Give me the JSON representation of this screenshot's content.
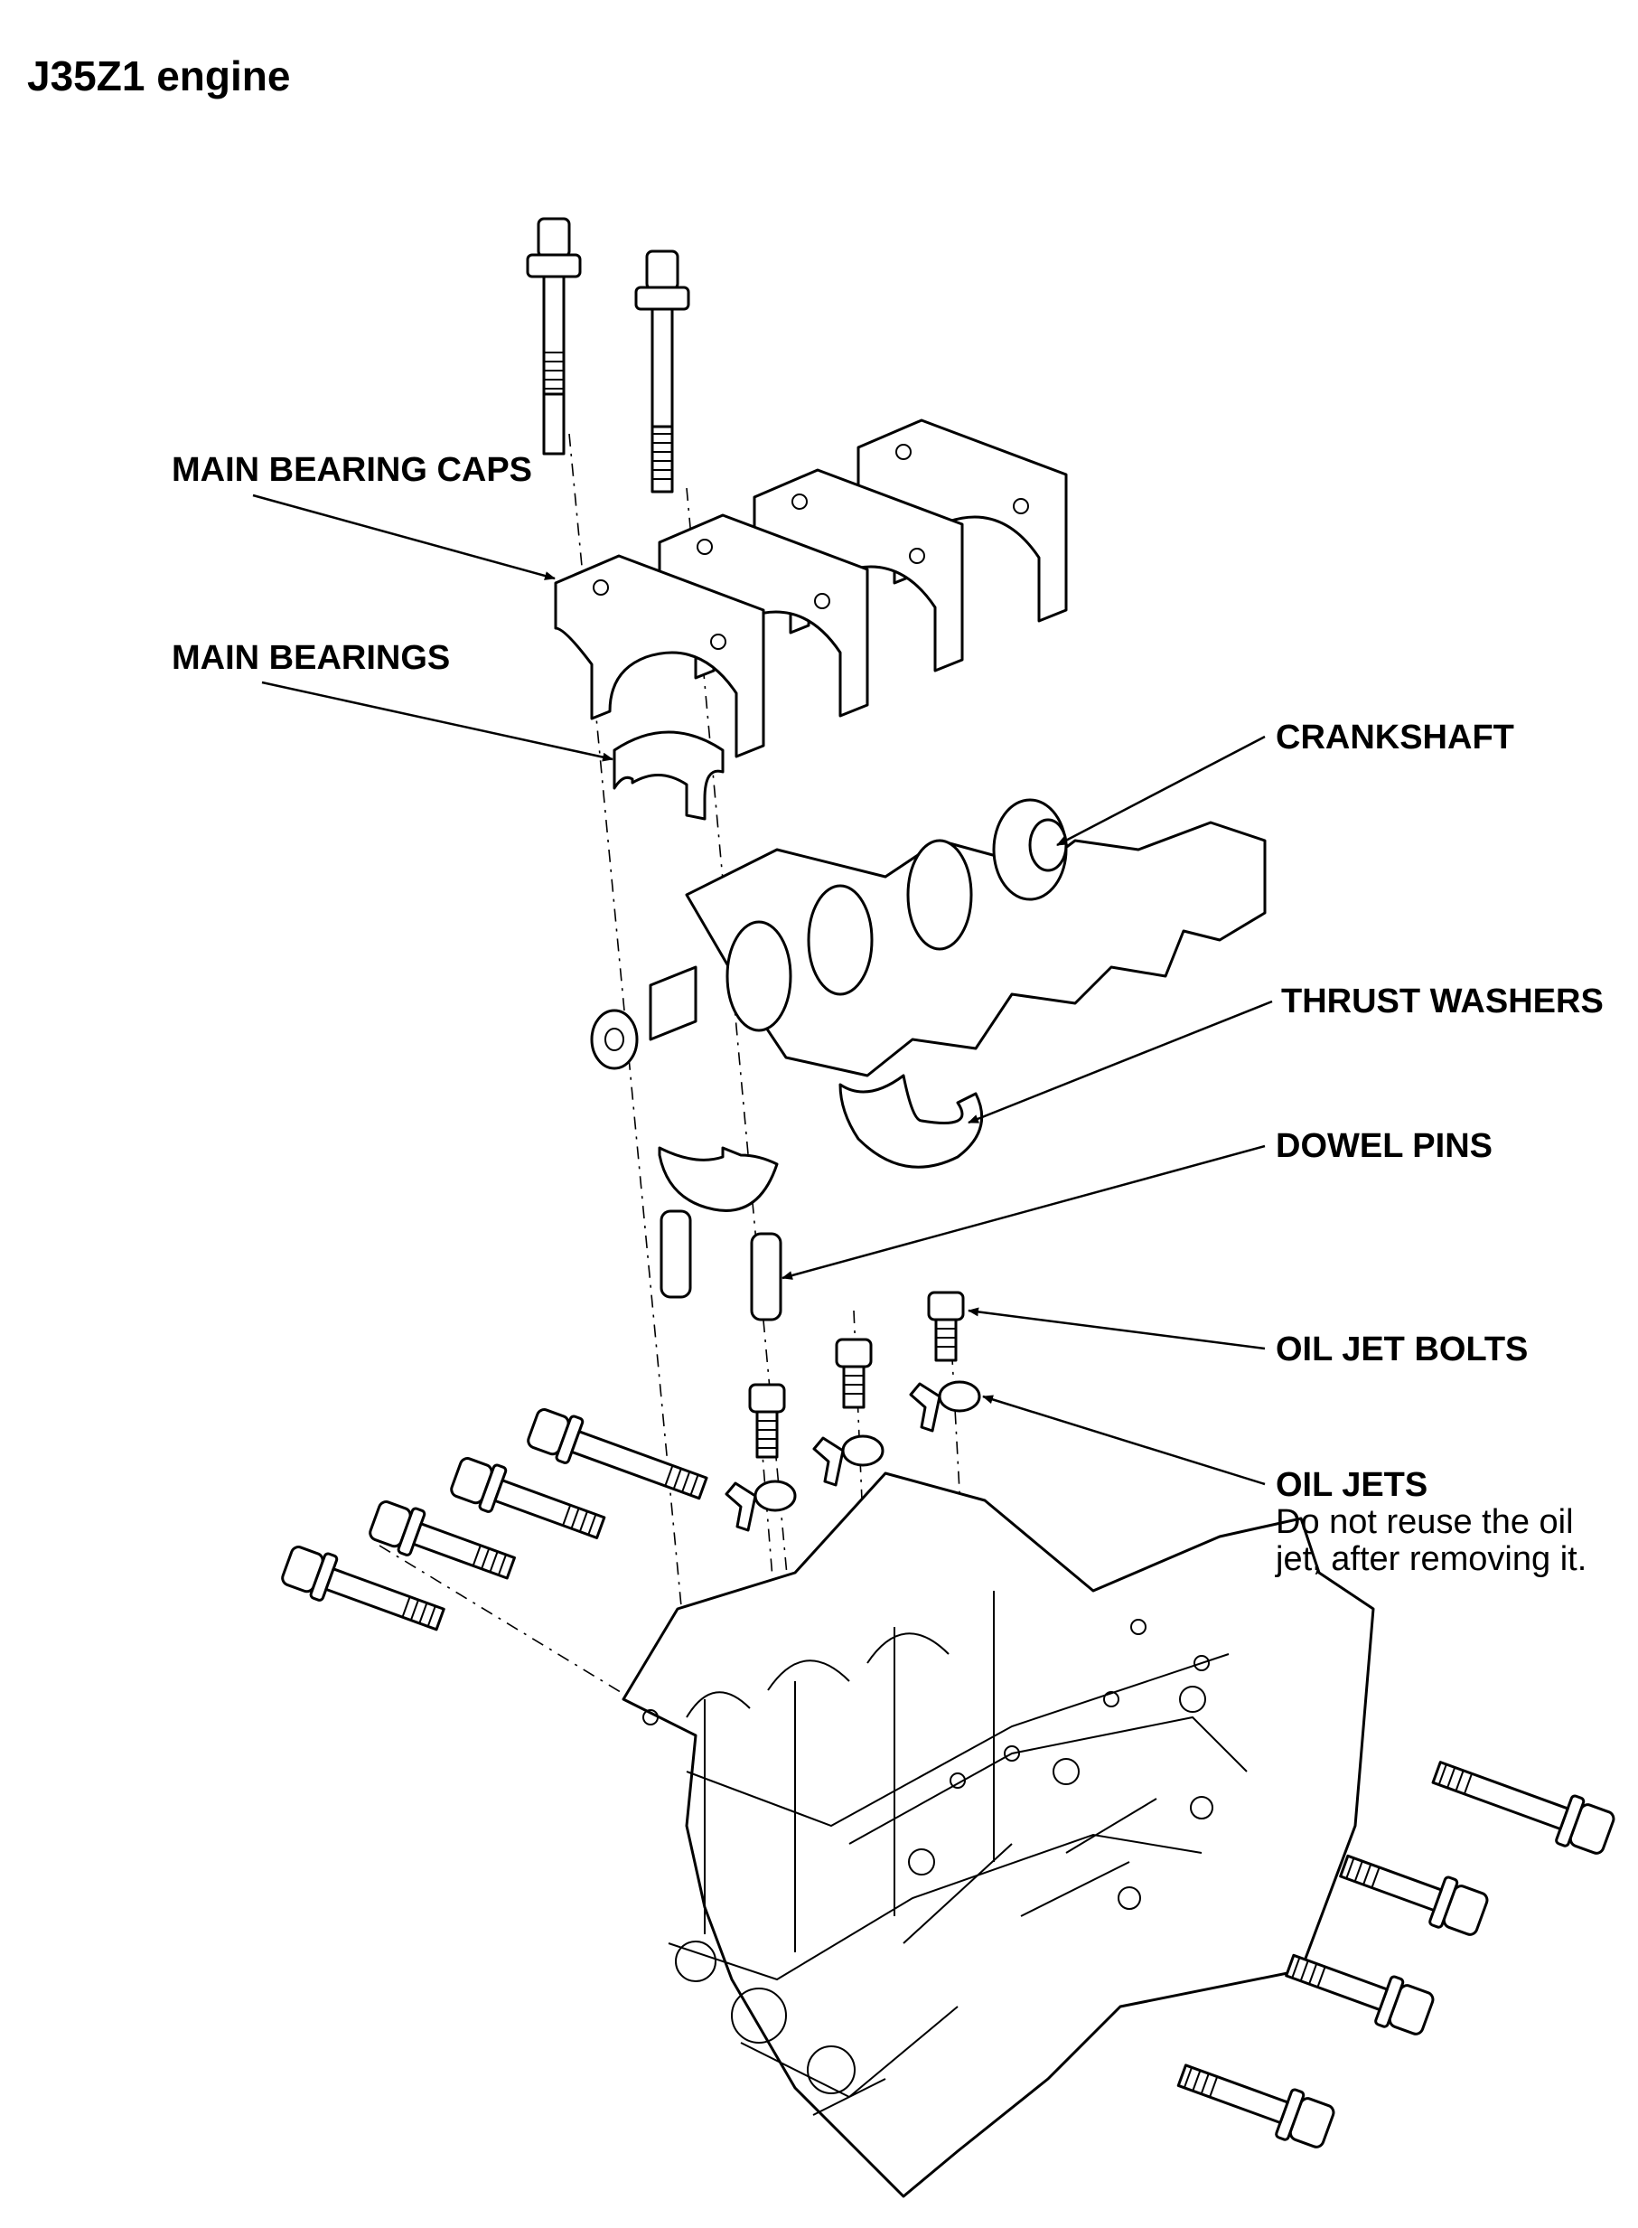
{
  "title": "J35Z1 engine",
  "labels": {
    "main_bearing_caps": "MAIN BEARING CAPS",
    "main_bearings": "MAIN BEARINGS",
    "crankshaft": "CRANKSHAFT",
    "thrust_washers": "THRUST WASHERS",
    "dowel_pins": "DOWEL PINS",
    "oil_jet_bolts": "OIL JET BOLTS",
    "oil_jets": "OIL JETS",
    "oil_jets_note_1": "Do not reuse the oil",
    "oil_jets_note_2": "jet, after removing it."
  },
  "colors": {
    "ink": "#000000",
    "paper": "#ffffff"
  }
}
